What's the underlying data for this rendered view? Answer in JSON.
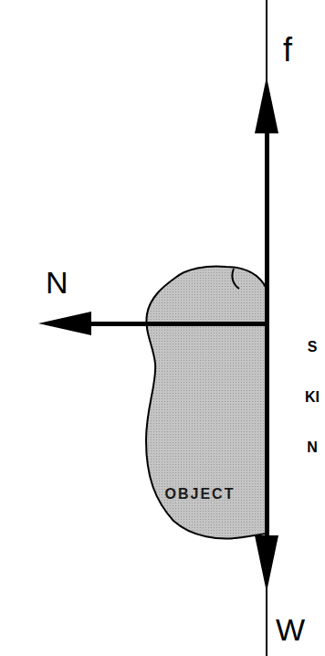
{
  "diagram": {
    "nodes": [
      {
        "text": [
          "OBJECT"
        ]
      }
    ],
    "labels": [
      "f",
      "N",
      "W",
      "SKIN"
    ]
  }
}
